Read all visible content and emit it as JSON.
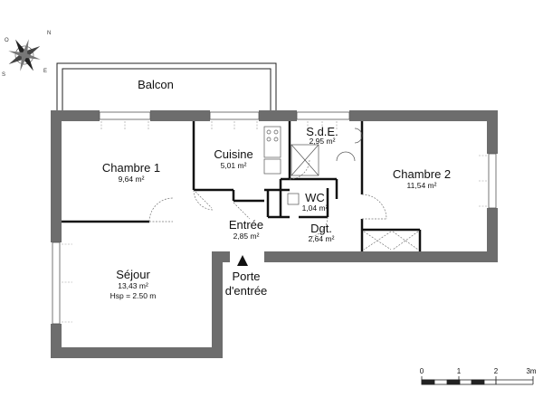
{
  "rooms": {
    "balcon": {
      "name": "Balcon"
    },
    "chambre1": {
      "name": "Chambre 1",
      "area": "9,64 m²"
    },
    "cuisine": {
      "name": "Cuisine",
      "area": "5,01 m²"
    },
    "sde": {
      "name": "S.d.E.",
      "area": "2,95 m²"
    },
    "chambre2": {
      "name": "Chambre 2",
      "area": "11,54 m²"
    },
    "wc": {
      "name": "WC",
      "area": "1,04 m²"
    },
    "entree": {
      "name": "Entrée",
      "area": "2,85 m²"
    },
    "dgt": {
      "name": "Dgt.",
      "area": "2,64 m²"
    },
    "sejour": {
      "name": "Séjour",
      "area": "13,43 m²",
      "height": "Hsp = 2.50 m"
    }
  },
  "entrance": {
    "line1": "Porte",
    "line2": "d'entrée"
  },
  "compass": {
    "n": "N",
    "s": "S",
    "e": "E",
    "o": "O"
  },
  "scale": {
    "labels": [
      "0",
      "1",
      "2",
      "3m"
    ]
  },
  "colors": {
    "wall": "#6d6d6d",
    "line": "#111111"
  }
}
